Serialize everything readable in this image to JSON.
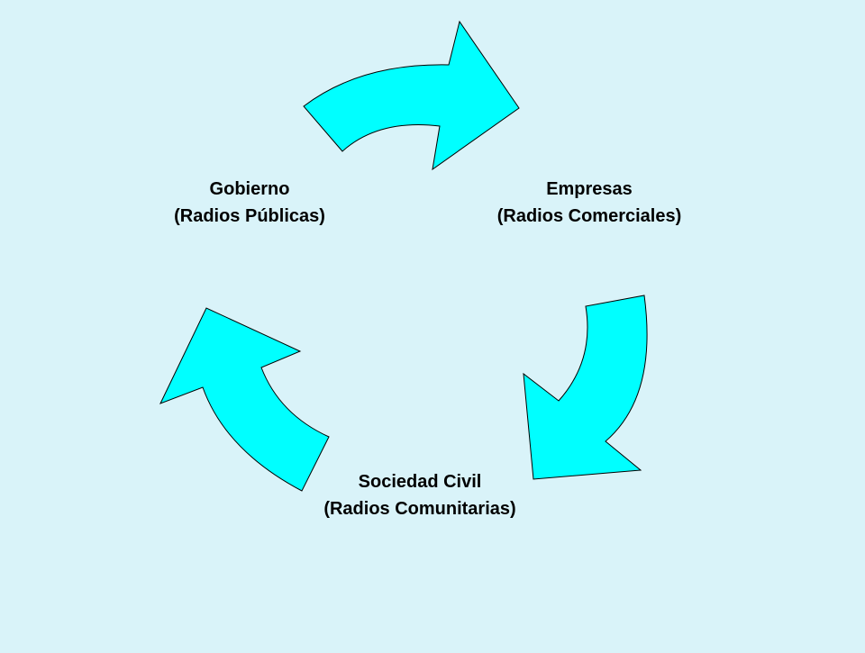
{
  "diagram": {
    "type": "cycle",
    "arrow_fill": "#00ffff",
    "background": "#d9f3f9",
    "nodes": [
      {
        "id": "empresas",
        "title": "Empresas",
        "subtitle": "(Radios Comerciales)"
      },
      {
        "id": "sociedad",
        "title": "Sociedad Civil",
        "subtitle": "(Radios Comunitarias)"
      },
      {
        "id": "gobierno",
        "title": "Gobierno",
        "subtitle": "(Radios Públicas)"
      }
    ],
    "edges": [
      {
        "from": "gobierno",
        "to": "empresas"
      },
      {
        "from": "empresas",
        "to": "sociedad"
      },
      {
        "from": "sociedad",
        "to": "gobierno"
      }
    ]
  }
}
